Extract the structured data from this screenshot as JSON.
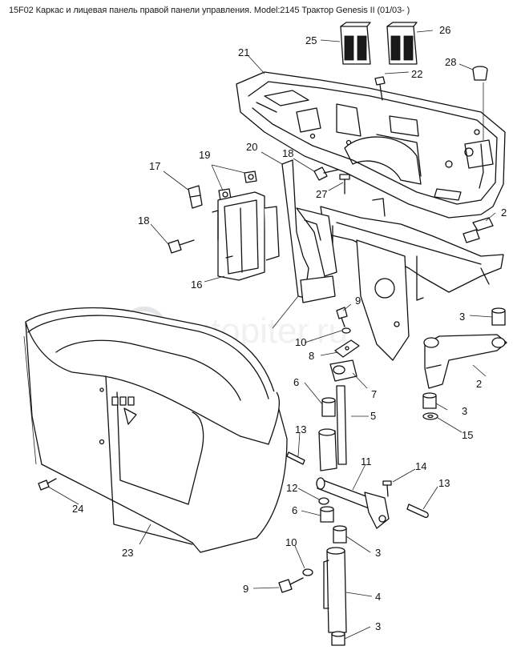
{
  "title": "15F02 Каркас и лицевая панель правой панели управления. Model:2145 Трактор Genesis II (01/03- )",
  "watermark": "autopiter.ru",
  "callouts": [
    "25",
    "26",
    "21",
    "22",
    "28",
    "20",
    "18",
    "19",
    "17",
    "27",
    "2",
    "18",
    "16",
    "9",
    "3",
    "10",
    "8",
    "2",
    "7",
    "6",
    "5",
    "3",
    "15",
    "13",
    "11",
    "14",
    "13",
    "12",
    "6",
    "3",
    "10",
    "4",
    "9",
    "3",
    "24",
    "23"
  ]
}
